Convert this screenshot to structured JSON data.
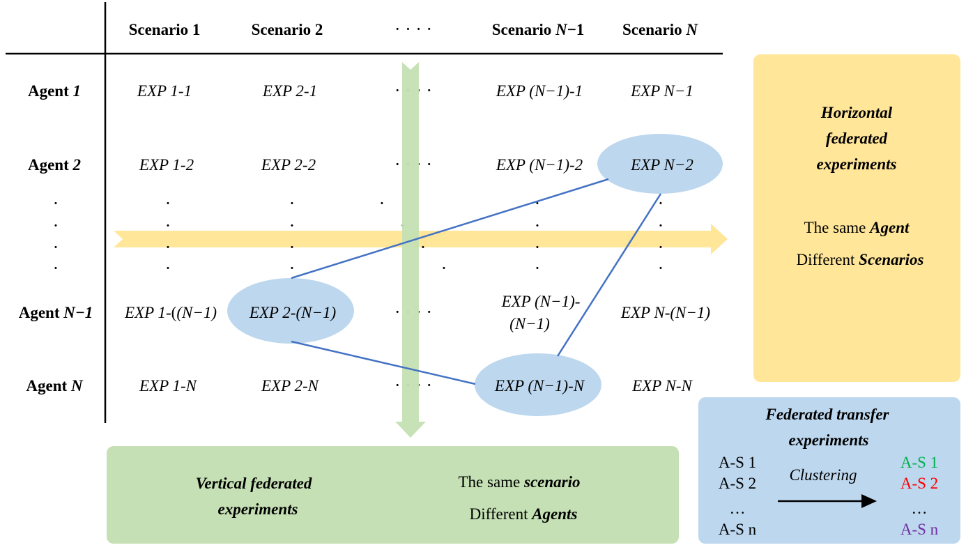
{
  "headers": {
    "scenario_1": "Scenario 1",
    "scenario_2": "Scenario 2",
    "scenario_ellipsis": "· · · ·",
    "scenario_n1_prefix": "Scenario ",
    "scenario_n1_var": "N",
    "scenario_n1_suffix": "−1",
    "scenario_n_prefix": "Scenario ",
    "scenario_n_var": "N"
  },
  "agents": {
    "a1_prefix": "Agent ",
    "a1_var": "1",
    "a2_prefix": "Agent ",
    "a2_var": "2",
    "an1_prefix": "Agent ",
    "an1_var": "N−1",
    "an_prefix": "Agent ",
    "an_var": "N"
  },
  "cells": {
    "r1": [
      "EXP 1-1",
      "EXP 2-1",
      "EXP (N−1)-1",
      "EXP N−1"
    ],
    "r2": [
      "EXP 1-2",
      "EXP 2-2",
      "EXP (N−1)-2",
      "EXP N−2"
    ],
    "r3_c1_a": "EXP 1-",
    "r3_c1_b": "(N−1)",
    "r3_c2_a": "EXP 2-",
    "r3_c2_b": "(N−1)",
    "r3_c3_line1": "EXP (N−1)-",
    "r3_c3_line2": "(N−1)",
    "r3_c4_a": "EXP N-",
    "r3_c4_b": "(N−1)",
    "r4": [
      "EXP 1-N",
      "EXP 2-N",
      "EXP (N−1)-N",
      "EXP N-N"
    ]
  },
  "dot_char": "·",
  "ellipsis_row": "· · · ·",
  "horizontal_box": {
    "title_1": "Horizontal",
    "title_2": "federated",
    "title_3": "experiments",
    "line1_prefix": "The same ",
    "line1_bold": "Agent",
    "line2_prefix": "Different ",
    "line2_bold": "Scenarios",
    "color": "#FFE699"
  },
  "vertical_box": {
    "title_1": "Vertical federated",
    "title_2": "experiments",
    "line1_prefix": "The same ",
    "line1_bold": "scenario",
    "line2_prefix": "Different ",
    "line2_bold": "Agents",
    "color": "#C5E0B4"
  },
  "transfer_box": {
    "title_1": "Federated transfer",
    "title_2": "experiments",
    "left_items": [
      "A-S 1",
      "A-S 2",
      "…",
      "A-S n"
    ],
    "arrow_label": "Clustering",
    "right_items": [
      {
        "text": "A-S 1",
        "color": "#00B050"
      },
      {
        "text": "A-S 2",
        "color": "#FF0000"
      },
      {
        "text": "…",
        "color": "#000000"
      },
      {
        "text": "A-S n",
        "color": "#7030A0"
      }
    ],
    "color": "#BDD7EE"
  },
  "colors": {
    "ellipse": "#BDD7EE",
    "link_line": "#4472C4",
    "h_arrow": "#FFE699",
    "v_arrow": "#C5E0B4"
  }
}
